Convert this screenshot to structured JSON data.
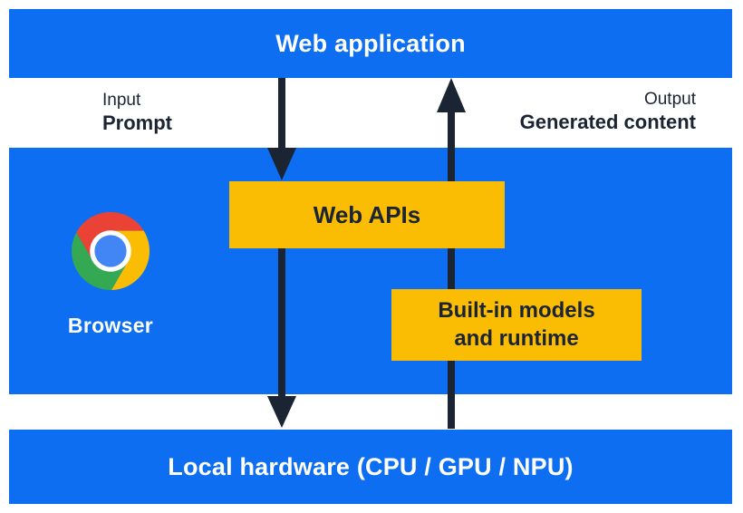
{
  "diagram": {
    "web_application": {
      "label": "Web application"
    },
    "input": {
      "label": "Input",
      "value": "Prompt"
    },
    "output": {
      "label": "Output",
      "value": "Generated content"
    },
    "browser": {
      "label": "Browser",
      "icon": "chrome-browser-icon"
    },
    "web_apis": {
      "label": "Web APIs"
    },
    "builtin_models": {
      "line1": "Built-in models",
      "line2": "and runtime"
    },
    "local_hardware": {
      "label": "Local hardware (CPU / GPU / NPU)"
    },
    "arrows": {
      "down": "prompt-down-arrow",
      "up": "generated-content-up-arrow"
    }
  },
  "palette": {
    "panel_blue": "#0d6ef2",
    "box_yellow": "#fbbc04",
    "ink_navy": "#1b2433",
    "text_white": "#ffffff",
    "chrome_red": "#ea4335",
    "chrome_yellow": "#fbbc04",
    "chrome_green": "#34a853",
    "chrome_blue": "#4285f4"
  }
}
